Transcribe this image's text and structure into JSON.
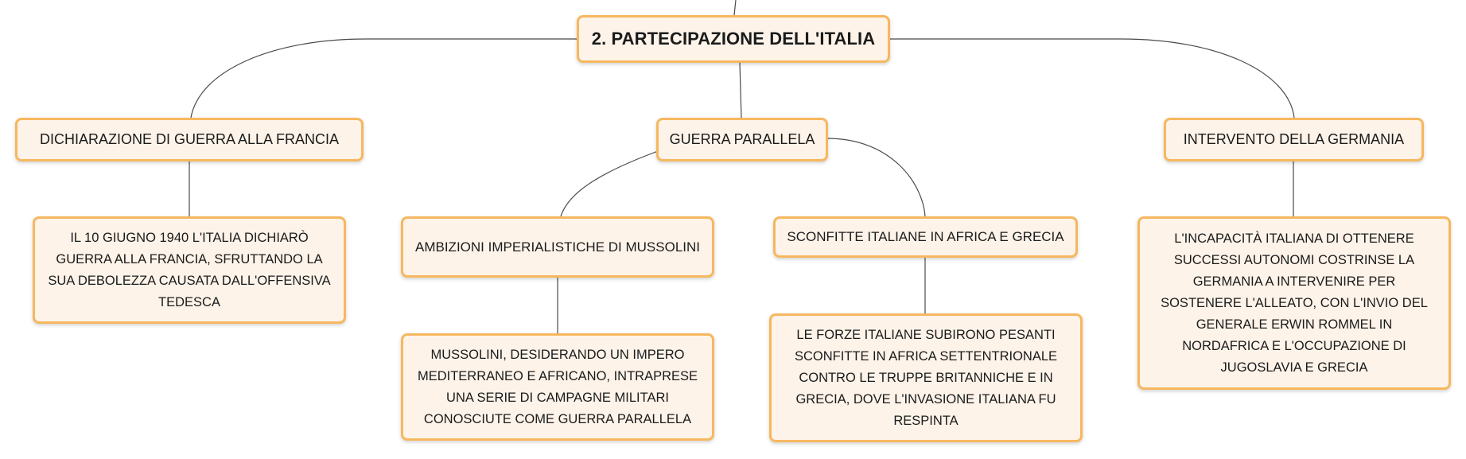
{
  "map": {
    "root": "2. PARTECIPAZIONE DELL'ITALIA",
    "branches": [
      {
        "title": "DICHIARAZIONE DI GUERRA ALLA FRANCIA",
        "detail": "IL 10 GIUGNO 1940 L'ITALIA DICHIARÒ GUERRA ALLA FRANCIA, SFRUTTANDO LA SUA DEBOLEZZA CAUSATA DALL'OFFENSIVA TEDESCA"
      },
      {
        "title": "GUERRA PARALLELA",
        "children": [
          {
            "title": "AMBIZIONI IMPERIALISTICHE DI MUSSOLINI",
            "detail": "MUSSOLINI, DESIDERANDO UN IMPERO MEDITERRANEO E AFRICANO, INTRAPRESE UNA SERIE DI CAMPAGNE MILITARI CONOSCIUTE COME GUERRA PARALLELA"
          },
          {
            "title": "SCONFITTE ITALIANE IN AFRICA E GRECIA",
            "detail": "LE FORZE ITALIANE SUBIRONO PESANTI SCONFITTE IN AFRICA SETTENTRIONALE CONTRO LE TRUPPE BRITANNICHE E IN GRECIA, DOVE L'INVASIONE ITALIANA FU RESPINTA"
          }
        ]
      },
      {
        "title": "INTERVENTO DELLA GERMANIA",
        "detail": "L'INCAPACITÀ ITALIANA DI OTTENERE SUCCESSI AUTONOMI COSTRINSE LA GERMANIA A INTERVENIRE PER SOSTENERE L'ALLEATO, CON L'INVIO DEL GENERALE ERWIN ROMMEL IN NORDAFRICA E L'OCCUPAZIONE DI JUGOSLAVIA E GRECIA"
      }
    ]
  }
}
